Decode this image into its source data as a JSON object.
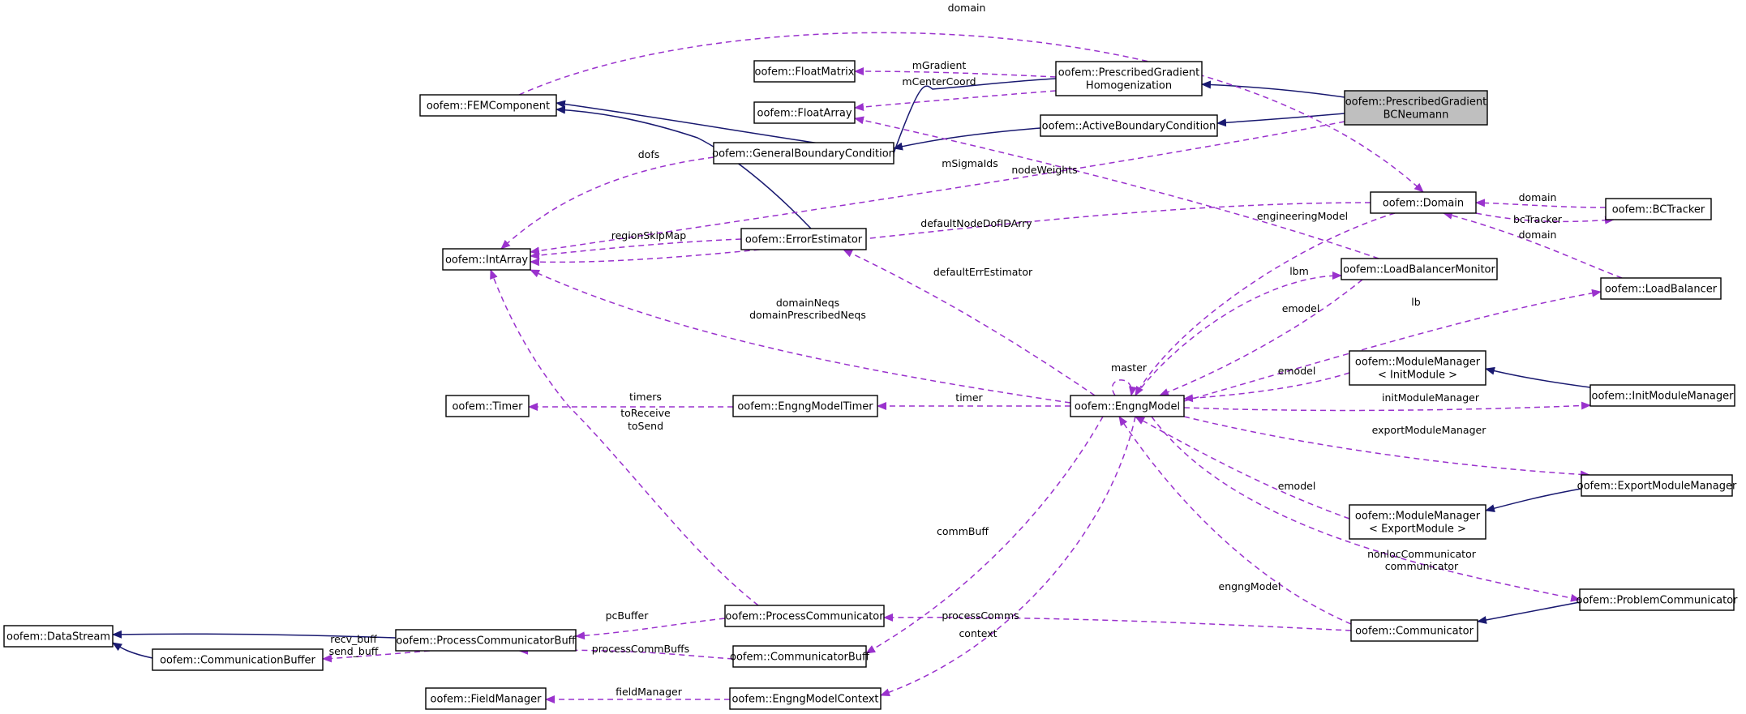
{
  "nodes": [
    {
      "id": "pgbcn",
      "lines": [
        "oofem::PrescribedGradient",
        "BCNeumann"
      ],
      "focus": true
    },
    {
      "id": "pgh",
      "lines": [
        "oofem::PrescribedGradient",
        "Homogenization"
      ]
    },
    {
      "id": "abc",
      "lines": [
        "oofem::ActiveBoundaryCondition"
      ]
    },
    {
      "id": "gbc",
      "lines": [
        "oofem::GeneralBoundaryCondition"
      ]
    },
    {
      "id": "fem",
      "lines": [
        "oofem::FEMComponent"
      ]
    },
    {
      "id": "fmat",
      "lines": [
        "oofem::FloatMatrix"
      ]
    },
    {
      "id": "farr",
      "lines": [
        "oofem::FloatArray"
      ]
    },
    {
      "id": "iarr",
      "lines": [
        "oofem::IntArray"
      ]
    },
    {
      "id": "errest",
      "lines": [
        "oofem::ErrorEstimator"
      ]
    },
    {
      "id": "domain",
      "lines": [
        "oofem::Domain"
      ]
    },
    {
      "id": "bct",
      "lines": [
        "oofem::BCTracker"
      ]
    },
    {
      "id": "lbm",
      "lines": [
        "oofem::LoadBalancerMonitor"
      ]
    },
    {
      "id": "lb",
      "lines": [
        "oofem::LoadBalancer"
      ]
    },
    {
      "id": "mmi",
      "lines": [
        "oofem::ModuleManager",
        "< InitModule >"
      ]
    },
    {
      "id": "imm",
      "lines": [
        "oofem::InitModuleManager"
      ]
    },
    {
      "id": "timer",
      "lines": [
        "oofem::Timer"
      ]
    },
    {
      "id": "emt",
      "lines": [
        "oofem::EngngModelTimer"
      ]
    },
    {
      "id": "em",
      "lines": [
        "oofem::EngngModel"
      ]
    },
    {
      "id": "emm",
      "lines": [
        "oofem::ExportModuleManager"
      ]
    },
    {
      "id": "mme",
      "lines": [
        "oofem::ModuleManager",
        "< ExportModule >"
      ]
    },
    {
      "id": "pcomm",
      "lines": [
        "oofem::ProblemCommunicator"
      ]
    },
    {
      "id": "ds",
      "lines": [
        "oofem::DataStream"
      ]
    },
    {
      "id": "pcb",
      "lines": [
        "oofem::ProcessCommunicatorBuff"
      ]
    },
    {
      "id": "pc",
      "lines": [
        "oofem::ProcessCommunicator"
      ]
    },
    {
      "id": "comm",
      "lines": [
        "oofem::Communicator"
      ]
    },
    {
      "id": "cb",
      "lines": [
        "oofem::CommunicationBuffer"
      ]
    },
    {
      "id": "cbuff",
      "lines": [
        "oofem::CommunicatorBuff"
      ]
    },
    {
      "id": "fm",
      "lines": [
        "oofem::FieldManager"
      ]
    },
    {
      "id": "emc",
      "lines": [
        "oofem::EngngModelContext"
      ]
    }
  ],
  "edges": [
    {
      "id": "e1",
      "kind": "inherit"
    },
    {
      "id": "e2",
      "kind": "inherit"
    },
    {
      "id": "e3",
      "kind": "inherit"
    },
    {
      "id": "e4",
      "kind": "inherit"
    },
    {
      "id": "e5",
      "kind": "inherit"
    },
    {
      "id": "e6",
      "kind": "use",
      "label": [
        "domain"
      ]
    },
    {
      "id": "e7",
      "kind": "use",
      "label": [
        "mGradient"
      ]
    },
    {
      "id": "e8",
      "kind": "use",
      "label": [
        "mCenterCoord"
      ]
    },
    {
      "id": "e9",
      "kind": "use",
      "label": [
        "dofs"
      ]
    },
    {
      "id": "e10",
      "kind": "use",
      "label": [
        "mSigmaIds"
      ]
    },
    {
      "id": "e11",
      "kind": "use",
      "label": [
        "nodeWeights"
      ]
    },
    {
      "id": "e12",
      "kind": "use",
      "label": [
        "regionSkipMap"
      ]
    },
    {
      "id": "e13",
      "kind": "use",
      "label": [
        "defaultNodeDofIDArry"
      ]
    },
    {
      "id": "e14",
      "kind": "use",
      "label": [
        "domain"
      ]
    },
    {
      "id": "e15",
      "kind": "use",
      "label": [
        "bcTracker"
      ]
    },
    {
      "id": "e16",
      "kind": "use",
      "label": [
        "domain"
      ]
    },
    {
      "id": "e17",
      "kind": "use",
      "label": [
        "defaultErrEstimator"
      ]
    },
    {
      "id": "e18",
      "kind": "use",
      "label": [
        "domainNeqs",
        "domainPrescribedNeqs"
      ]
    },
    {
      "id": "e19",
      "kind": "use",
      "label": [
        "engineeringModel"
      ]
    },
    {
      "id": "e20",
      "kind": "use",
      "label": [
        "lbm"
      ]
    },
    {
      "id": "e21",
      "kind": "use",
      "label": [
        "emodel"
      ]
    },
    {
      "id": "e22",
      "kind": "use",
      "label": [
        "lb"
      ]
    },
    {
      "id": "e23",
      "kind": "use",
      "label": [
        "master"
      ]
    },
    {
      "id": "e24",
      "kind": "use",
      "label": [
        "emodel"
      ]
    },
    {
      "id": "e25",
      "kind": "inherit"
    },
    {
      "id": "e26",
      "kind": "use",
      "label": [
        "initModuleManager"
      ]
    },
    {
      "id": "e27",
      "kind": "use",
      "label": [
        "timers"
      ]
    },
    {
      "id": "e28",
      "kind": "use",
      "label": [
        "timer"
      ]
    },
    {
      "id": "e29",
      "kind": "use",
      "label": [
        "toReceive",
        "toSend"
      ]
    },
    {
      "id": "e30",
      "kind": "use",
      "label": [
        "exportModuleManager"
      ]
    },
    {
      "id": "e31",
      "kind": "inherit"
    },
    {
      "id": "e32",
      "kind": "use",
      "label": [
        "emodel"
      ]
    },
    {
      "id": "e33",
      "kind": "use",
      "label": [
        "nonlocCommunicator",
        "communicator"
      ]
    },
    {
      "id": "e34",
      "kind": "inherit"
    },
    {
      "id": "e35",
      "kind": "use",
      "label": [
        "engngModel"
      ]
    },
    {
      "id": "e36",
      "kind": "use",
      "label": [
        "commBuff"
      ]
    },
    {
      "id": "e37",
      "kind": "use",
      "label": [
        "context"
      ]
    },
    {
      "id": "e38",
      "kind": "use",
      "label": [
        "pcBuffer"
      ]
    },
    {
      "id": "e39",
      "kind": "use",
      "label": [
        "processComms"
      ]
    },
    {
      "id": "e40",
      "kind": "inherit"
    },
    {
      "id": "e41",
      "kind": "inherit"
    },
    {
      "id": "e42",
      "kind": "use",
      "label": [
        "recv_buff",
        "send_buff"
      ]
    },
    {
      "id": "e43",
      "kind": "use",
      "label": [
        "processCommBuffs"
      ]
    },
    {
      "id": "e44",
      "kind": "use",
      "label": [
        "fieldManager"
      ]
    }
  ],
  "colors": {
    "inherit": "#191970",
    "use": "#9a32cd",
    "focus_fill": "#bfbfbf"
  }
}
